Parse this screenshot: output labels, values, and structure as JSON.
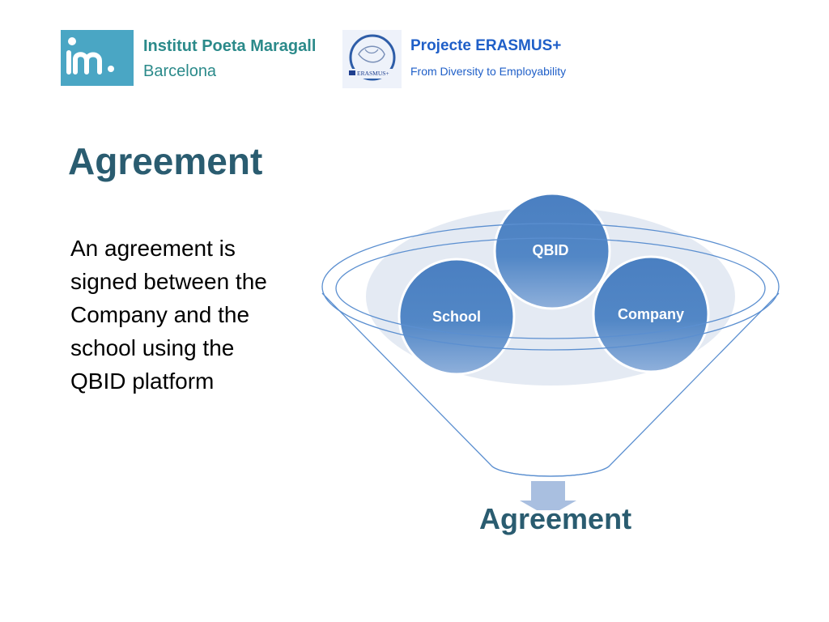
{
  "header": {
    "school_name": "Institut Poeta Maragall",
    "school_city": "Barcelona",
    "project_title": "Projecte ERASMUS+",
    "project_subtitle": "From Diversity to Employability"
  },
  "logos": {
    "im_logo_text": "im.",
    "erasmus_logo_text": "ERASMUS+"
  },
  "slide": {
    "title": "Agreement",
    "body": "An agreement is signed between the Company and the school using the QBID platform"
  },
  "diagram": {
    "inputs": [
      {
        "label": "QBID"
      },
      {
        "label": "School"
      },
      {
        "label": "Company"
      }
    ],
    "result": "Agreement"
  },
  "colors": {
    "heading": "#2a5c70",
    "school_text": "#2b8a8a",
    "project_text": "#1f5fc8",
    "circle_fill": "#4a7fc1",
    "funnel_stroke": "#5b8fd0",
    "arrow_fill": "#a9bfe0",
    "logo_bg": "#4aa6c4"
  }
}
